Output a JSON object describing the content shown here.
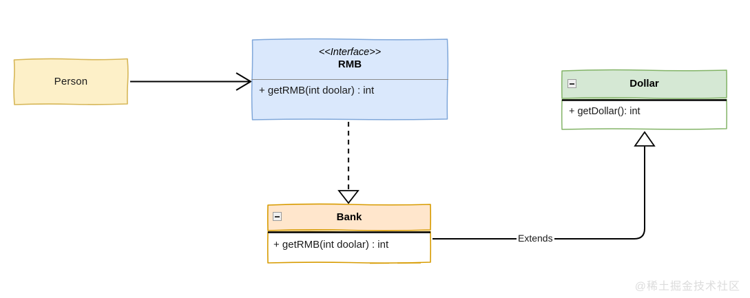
{
  "diagram": {
    "type": "uml-class-diagram",
    "background": "#ffffff",
    "nodes": [
      {
        "id": "person",
        "name": "Person",
        "label": "Person",
        "shape": "sketch-rectangle",
        "fill": "#fdf0c8",
        "stroke": "#d6b656",
        "collapse_icon": null,
        "stereotype": null,
        "members": []
      },
      {
        "id": "rmb",
        "name": "RMB",
        "label": "RMB",
        "shape": "sketch-rectangle",
        "fill": "#dae8fc",
        "stroke": "#7ea6d9",
        "collapse_icon": null,
        "stereotype": "<<Interface>>",
        "members": [
          "+ getRMB(int doolar) : int"
        ]
      },
      {
        "id": "dollar",
        "name": "Dollar",
        "label": "Dollar",
        "shape": "sketch-rectangle",
        "fill": "#d5e8d4",
        "stroke": "#82b366",
        "collapse_icon": "collapse-minus-icon",
        "stereotype": null,
        "members": [
          "+ getDollar(): int"
        ]
      },
      {
        "id": "bank",
        "name": "Bank",
        "label": "Bank",
        "shape": "sketch-rectangle",
        "fill": "#ffe6cc",
        "stroke": "#d79b00",
        "collapse_icon": "collapse-minus-icon",
        "stereotype": null,
        "members": [
          "+ getRMB(int doolar) : int"
        ]
      }
    ],
    "edges": [
      {
        "id": "person-to-rmb",
        "from": "person",
        "to": "rmb",
        "style": "solid",
        "arrowhead": "open-arrow",
        "label": ""
      },
      {
        "id": "rmb-to-bank",
        "from": "rmb",
        "to": "bank",
        "style": "dashed",
        "arrowhead": "hollow-triangle",
        "label": ""
      },
      {
        "id": "bank-to-dollar",
        "from": "bank",
        "to": "dollar",
        "style": "solid",
        "arrowhead": "hollow-triangle",
        "label": "Extends"
      }
    ],
    "watermark": "@稀土掘金技术社区"
  }
}
